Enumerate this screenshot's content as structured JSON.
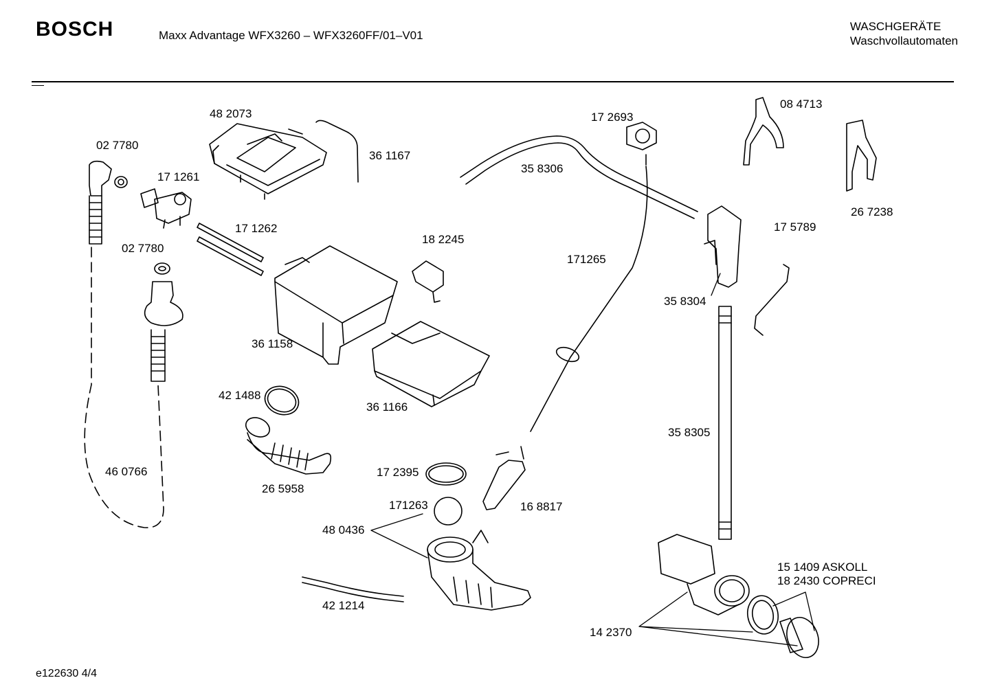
{
  "header": {
    "brand": "BOSCH",
    "model": "Maxx Advantage WFX3260 – WFX3260FF/01–V01",
    "category_line1": "WASCHGERÄTE",
    "category_line2": "Waschvollautomaten"
  },
  "footer": {
    "document_id": "e122630 4/4"
  },
  "parts": [
    {
      "label": "48 2073"
    },
    {
      "label": "02 7780"
    },
    {
      "label": "17 1261"
    },
    {
      "label": "36 1167"
    },
    {
      "label": "17 1262"
    },
    {
      "label": "02 7780"
    },
    {
      "label": "18 2245"
    },
    {
      "label": "36 1158"
    },
    {
      "label": "36 1166"
    },
    {
      "label": "42 1488"
    },
    {
      "label": "46 0766"
    },
    {
      "label": "26 5958"
    },
    {
      "label": "17 2395"
    },
    {
      "label": "171263"
    },
    {
      "label": "48 0436"
    },
    {
      "label": "42 1214"
    },
    {
      "label": "16 8817"
    },
    {
      "label": "171265"
    },
    {
      "label": "35 8306"
    },
    {
      "label": "17 2693"
    },
    {
      "label": "08 4713"
    },
    {
      "label": "26 7238"
    },
    {
      "label": "17 5789"
    },
    {
      "label": "35 8304"
    },
    {
      "label": "35 8305"
    },
    {
      "label": "15 1409  ASKOLL"
    },
    {
      "label": "18 2430  COPRECI"
    },
    {
      "label": "14 2370"
    }
  ]
}
